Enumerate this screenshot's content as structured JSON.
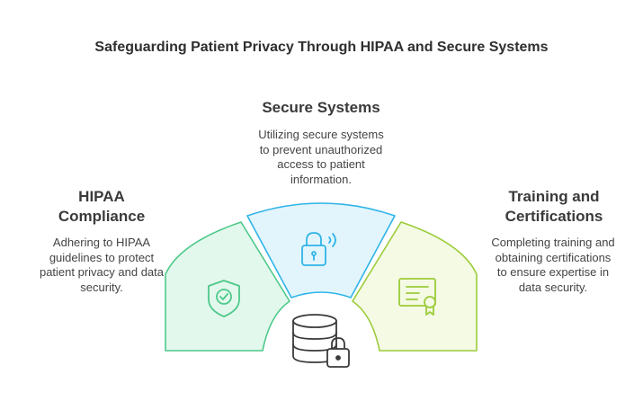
{
  "title": "Safeguarding Patient Privacy Through HIPAA and Secure Systems",
  "sections": {
    "hipaa": {
      "heading_line1": "HIPAA",
      "heading_line2": "Compliance",
      "desc_lines": [
        "Adhering to HIPAA",
        "guidelines to protect",
        "patient privacy and data",
        "security."
      ],
      "color": "#4dc98a",
      "fill": "#e3f8ec",
      "icon": "shield-check-icon"
    },
    "secure": {
      "heading": "Secure Systems",
      "desc_lines": [
        "Utilizing secure systems",
        "to prevent unauthorized",
        "access to patient",
        "information."
      ],
      "color": "#2fb4e8",
      "fill": "#e2f5fc",
      "icon": "padlock-wireless-icon"
    },
    "training": {
      "heading_line1": "Training and",
      "heading_line2": "Certifications",
      "desc_lines": [
        "Completing training and",
        "obtaining certifications",
        "to ensure expertise in",
        "data security."
      ],
      "color": "#9ccc3a",
      "fill": "#f4fae3",
      "icon": "certificate-icon"
    }
  },
  "center_icon": "database-lock-icon"
}
